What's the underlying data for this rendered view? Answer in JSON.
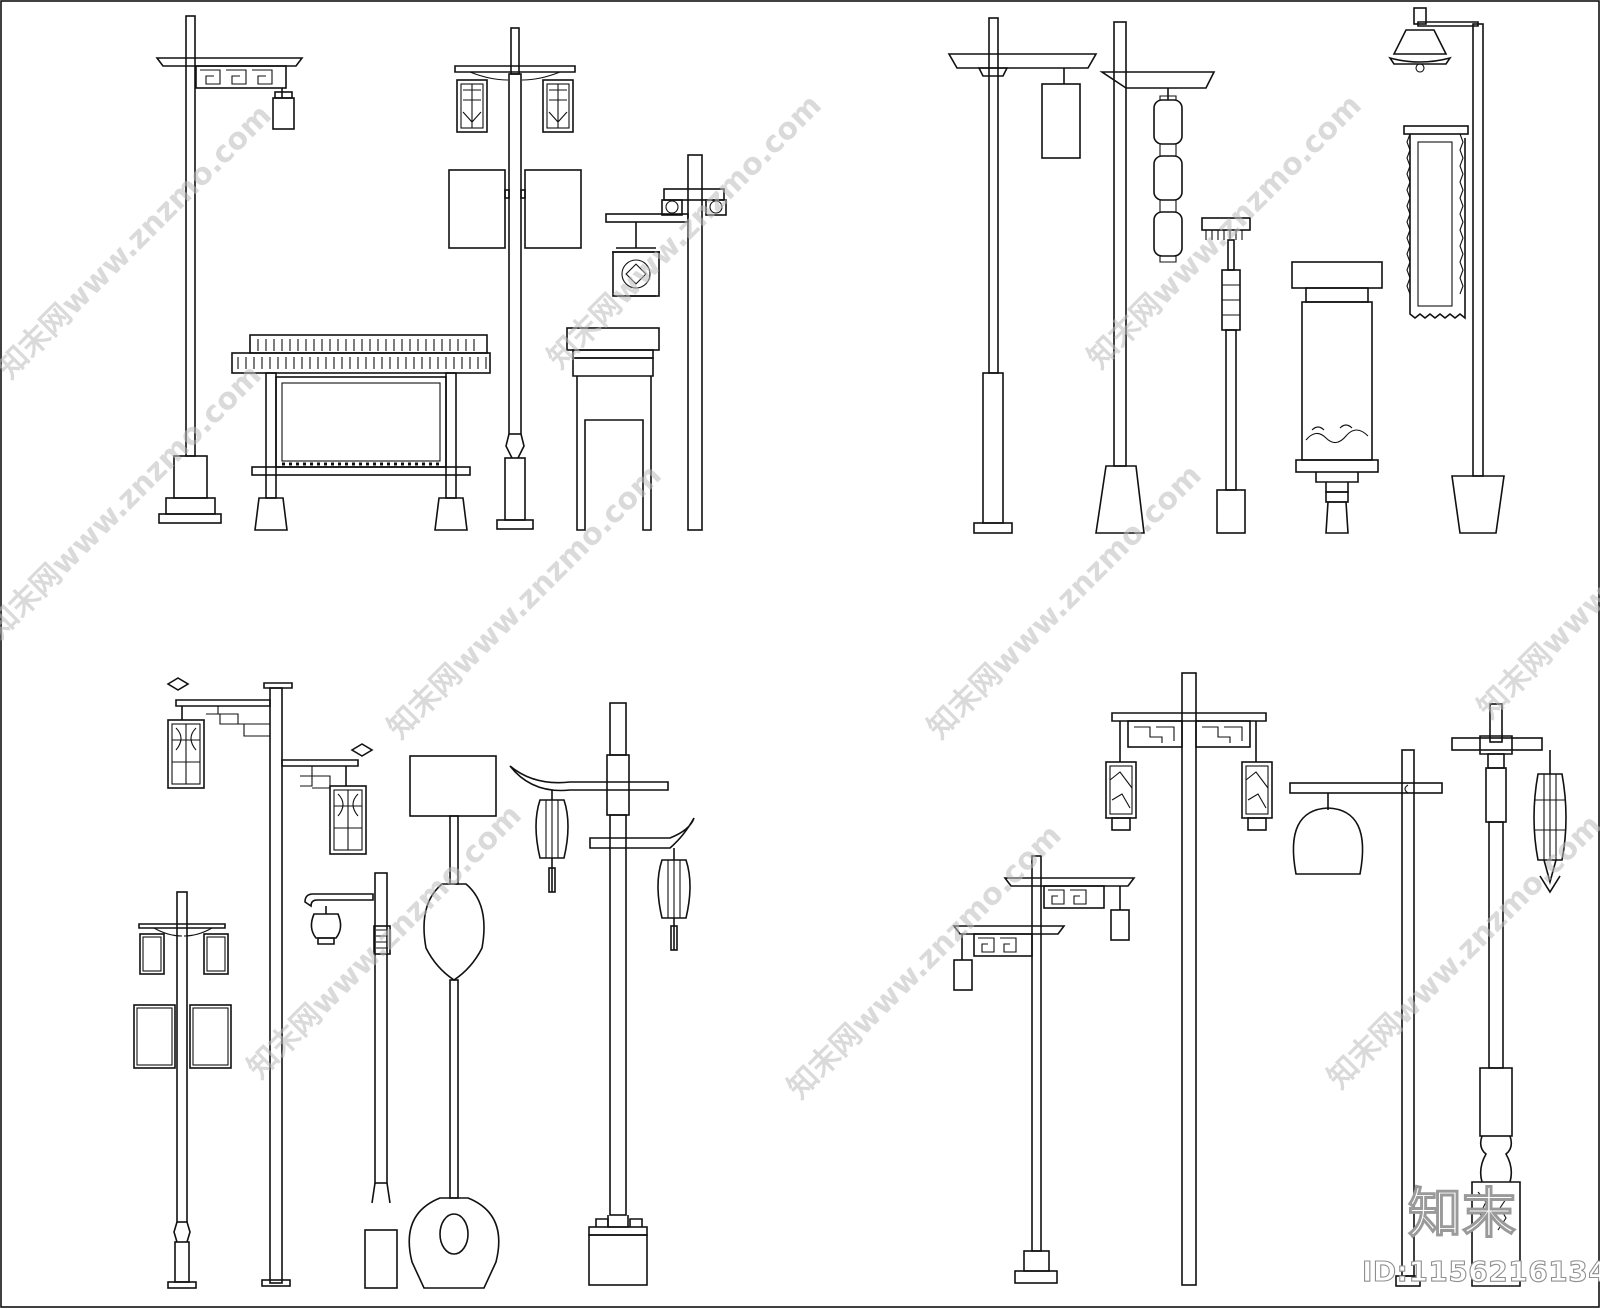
{
  "watermark": {
    "text": "知末网www.znzmo.com"
  },
  "logo": {
    "text": "知末"
  },
  "id_label": {
    "text": "ID:1156216134"
  },
  "colors": {
    "line": "#111111",
    "background": "#ffffff",
    "watermark": "#bdbdbd"
  }
}
